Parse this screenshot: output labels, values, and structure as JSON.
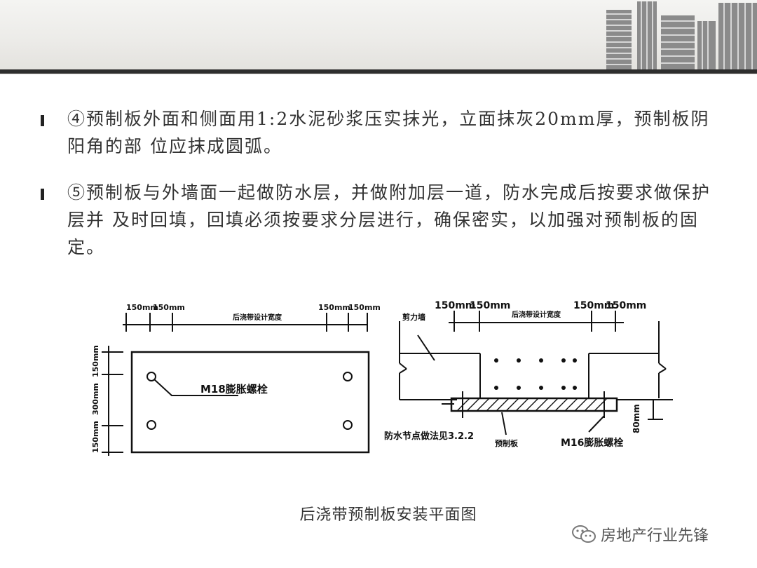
{
  "bullets": [
    "④预制板外面和侧面用1:2水泥砂浆压实抹光，立面抹灰20mm厚，预制板阴阳角的部 位应抹成圆弧。",
    "⑤预制板与外墙面一起做防水层，并做附加层一道，防水完成后按要求做保护层并 及时回填，回填必须按要求分层进行，确保密实，以加强对预制板的固定。"
  ],
  "figure": {
    "left": {
      "dim_150a": "150mm",
      "dim_150b": "150mm",
      "dim_center": "后浇带设计宽度",
      "dim_150c": "150mm",
      "dim_150d": "150mm",
      "vdim_top": "150mm",
      "vdim_mid": "300mm",
      "vdim_bottom": "150mm",
      "bolt_label": "M18膨胀螺栓"
    },
    "right": {
      "wall_label": "剪力墙",
      "dim_150a": "150mm",
      "dim_150b": "150mm",
      "dim_center": "后浇带设计宽度",
      "dim_150c": "150mm",
      "dim_150d": "150mm",
      "vdim": "80mm",
      "ref_label": "防水节点做法见3.2.2",
      "board_label": "预制板",
      "bolt_label": "M16膨胀螺栓"
    }
  },
  "caption": "后浇带预制板安装平面图",
  "watermark": "房地产行业先锋",
  "colors": {
    "header_rule": "#2e2e2e",
    "text": "#333333",
    "drawing": "#111111"
  },
  "icons": {
    "watermark": "wechat-icon",
    "bullet": "bullet-icon"
  }
}
